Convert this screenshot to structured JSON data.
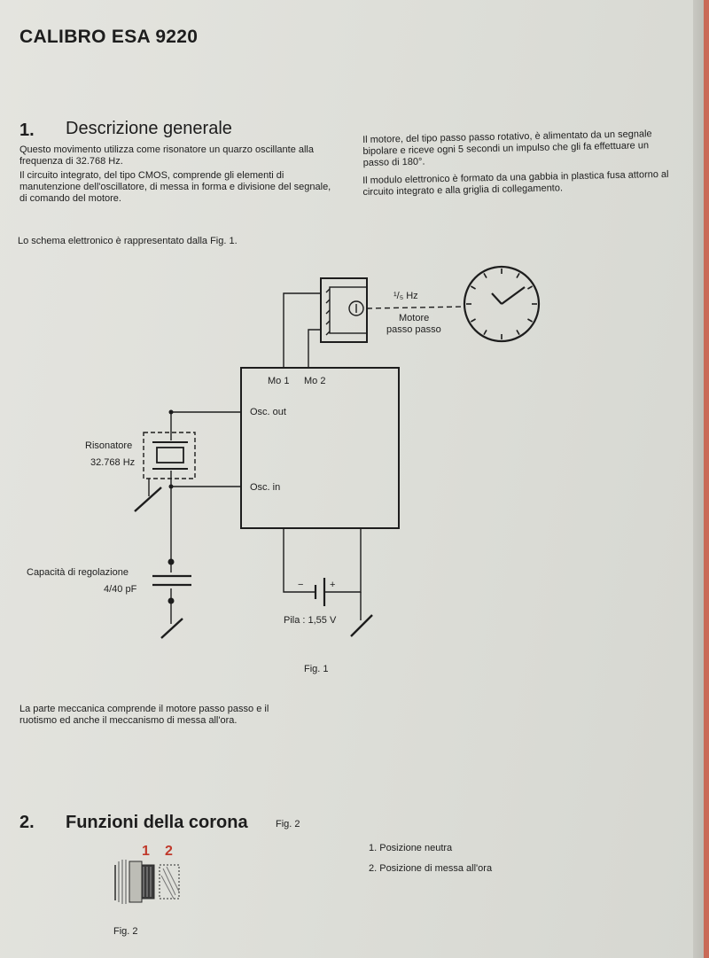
{
  "page_title": "CALIBRO ESA 9220",
  "section1": {
    "number": "1.",
    "title": "Descrizione generale",
    "para1": "Questo movimento utilizza come risonatore un quarzo oscillante alla frequenza di 32.768 Hz.",
    "para2": "Il circuito integrato, del tipo CMOS, comprende gli elementi di manutenzione dell'oscillatore, di messa in forma e divisione del segnale, di comando del motore.",
    "para3": "Il motore, del tipo passo passo rotativo, è alimentato da un segnale bipolare e riceve ogni 5 secondi un impulso che gli fa effettuare un passo di 180°.",
    "para4": "Il modulo elettronico è formato da una gabbia in plastica fusa attorno al circuito integrato e alla griglia di collegamento.",
    "intro": "Lo schema elettronico è rappresentato dalla Fig. 1."
  },
  "figure1": {
    "freq_label": "¹/₅ Hz",
    "motor_label1": "Motore",
    "motor_label2": "passo passo",
    "mo1": "Mo 1",
    "mo2": "Mo 2",
    "osc_out": "Osc. out",
    "osc_in": "Osc. in",
    "resonator_label1": "Risonatore",
    "resonator_label2": "32.768 Hz",
    "capacitor_label1": "Capacità di regolazione",
    "capacitor_label2": "4/40 pF",
    "battery_minus": "−",
    "battery_plus": "+",
    "battery_label": "Pila : 1,55 V",
    "caption": "Fig. 1"
  },
  "mech_text": "La parte meccanica comprende il motore passo passo e il ruotismo ed anche il meccanismo di messa all'ora.",
  "section2": {
    "number": "2.",
    "title": "Funzioni della corona",
    "fig_ref": "Fig. 2",
    "pos_label_1": "1",
    "pos_label_2": "2",
    "item1": "1. Posizione neutra",
    "item2": "2. Posizione di messa all'ora",
    "caption": "Fig. 2"
  },
  "colors": {
    "paper": "#dedfd9",
    "ink": "#1d1d1d",
    "red_accent": "#c0392b"
  }
}
